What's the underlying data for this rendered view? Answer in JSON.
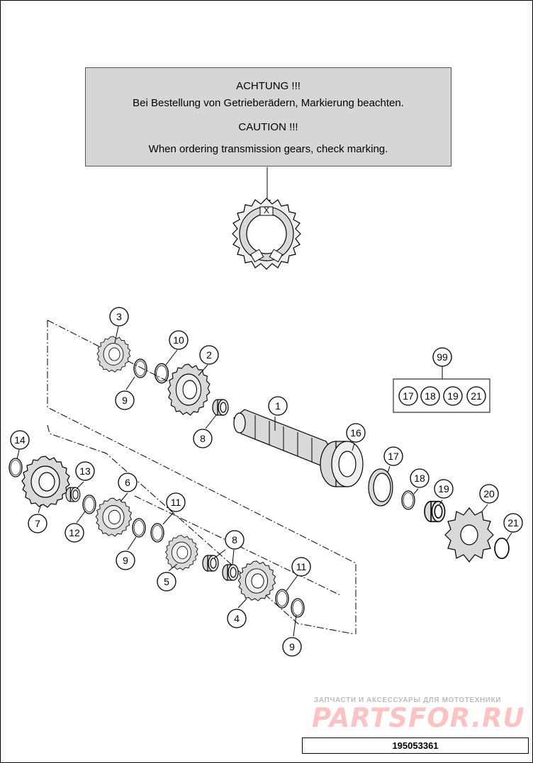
{
  "notice": {
    "de_title": "ACHTUNG !!!",
    "de_text": "Bei Bestellung von Getrieberädern, Markierung beachten.",
    "en_title": "CAUTION !!!",
    "en_text": "When ordering transmission gears, check marking."
  },
  "marking": {
    "letter": "X"
  },
  "callouts": [
    {
      "id": "c3",
      "label": "3"
    },
    {
      "id": "c10",
      "label": "10"
    },
    {
      "id": "c2",
      "label": "2"
    },
    {
      "id": "c9a",
      "label": "9"
    },
    {
      "id": "c8a",
      "label": "8"
    },
    {
      "id": "c1",
      "label": "1"
    },
    {
      "id": "c16",
      "label": "16"
    },
    {
      "id": "c99",
      "label": "99"
    },
    {
      "id": "c17",
      "label": "17"
    },
    {
      "id": "c18",
      "label": "18"
    },
    {
      "id": "c19",
      "label": "19"
    },
    {
      "id": "c20",
      "label": "20"
    },
    {
      "id": "c21",
      "label": "21"
    },
    {
      "id": "c14",
      "label": "14"
    },
    {
      "id": "c13",
      "label": "13"
    },
    {
      "id": "c6",
      "label": "6"
    },
    {
      "id": "c11a",
      "label": "11"
    },
    {
      "id": "c7",
      "label": "7"
    },
    {
      "id": "c12",
      "label": "12"
    },
    {
      "id": "c9b",
      "label": "9"
    },
    {
      "id": "c8b",
      "label": "8"
    },
    {
      "id": "c5",
      "label": "5"
    },
    {
      "id": "c11b",
      "label": "11"
    },
    {
      "id": "c4",
      "label": "4"
    },
    {
      "id": "c9c",
      "label": "9"
    }
  ],
  "kit": [
    "17",
    "18",
    "19",
    "21"
  ],
  "watermark": {
    "line1": "ЗАПЧАСТИ И АКСЕССУАРЫ ДЛЯ МОТОТЕХНИКИ",
    "line2": "PARTSFOR.RU"
  },
  "doc_number": "195053361"
}
